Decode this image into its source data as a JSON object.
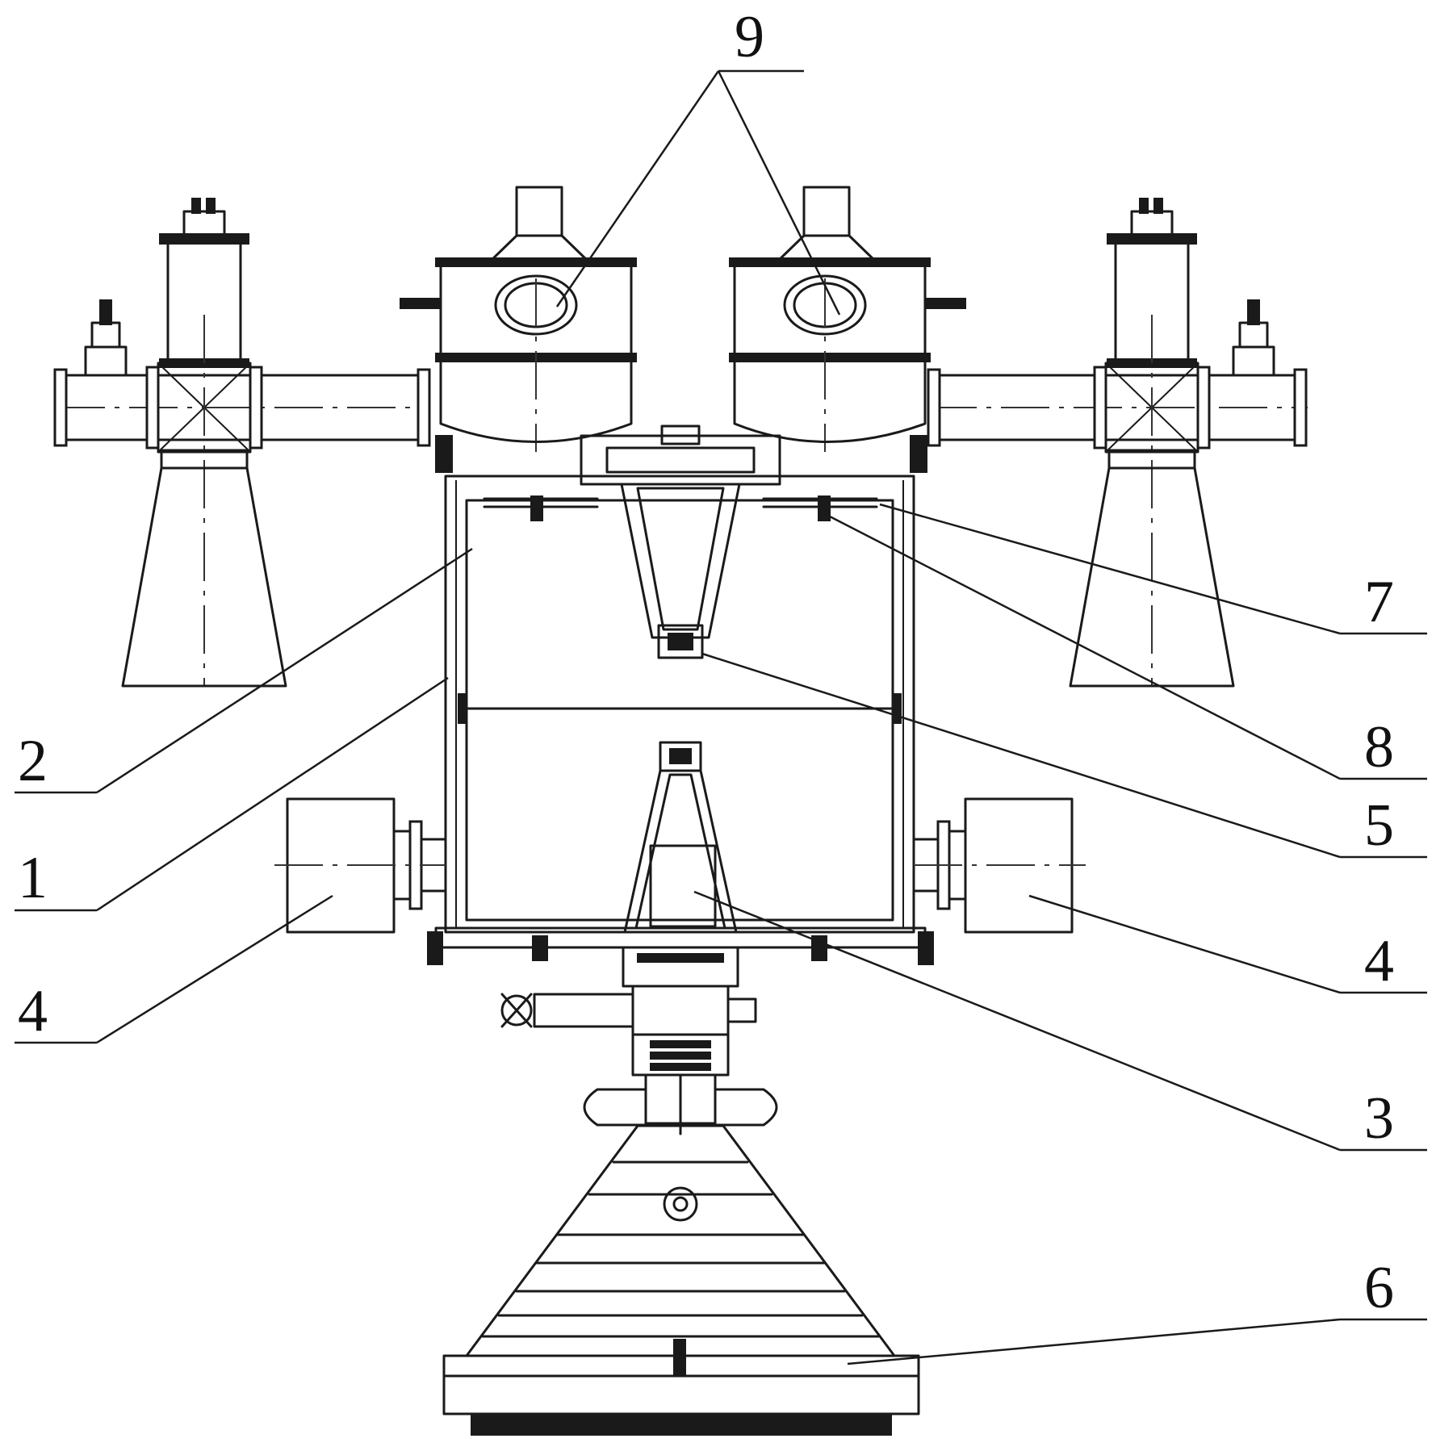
{
  "figure": {
    "labels": [
      {
        "id": "label-9",
        "text": "9"
      },
      {
        "id": "label-7",
        "text": "7"
      },
      {
        "id": "label-8",
        "text": "8"
      },
      {
        "id": "label-5",
        "text": "5"
      },
      {
        "id": "label-4-right",
        "text": "4"
      },
      {
        "id": "label-3",
        "text": "3"
      },
      {
        "id": "label-6",
        "text": "6"
      },
      {
        "id": "label-2",
        "text": "2"
      },
      {
        "id": "label-1",
        "text": "1"
      },
      {
        "id": "label-4-left",
        "text": "4"
      }
    ]
  }
}
